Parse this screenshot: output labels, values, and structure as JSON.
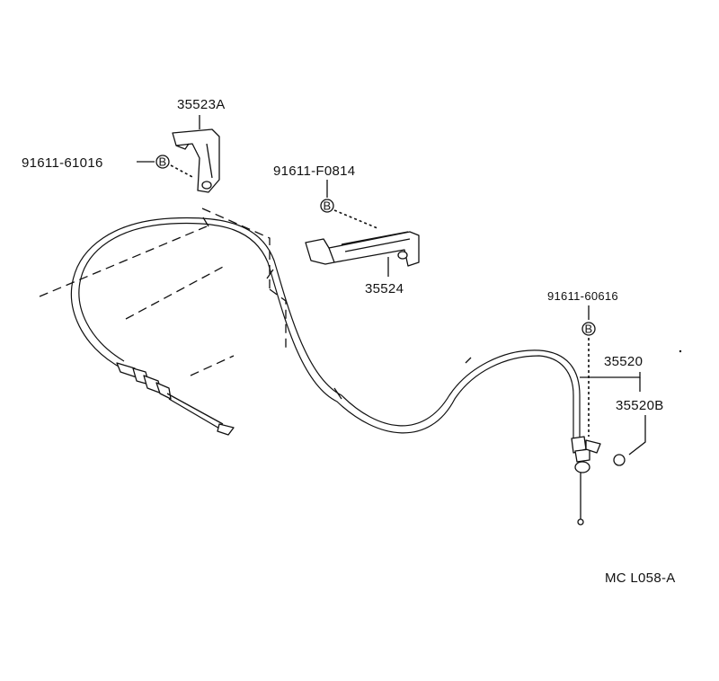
{
  "labels": {
    "part_35523A": "35523A",
    "bolt_91611_61016": "91611-61016",
    "bolt_91611_F0814": "91611-F0814",
    "part_35524": "35524",
    "bolt_91611_60616": "91611-60616",
    "part_35520": "35520",
    "part_35520B": "35520B",
    "bolt_marker": "B",
    "diagram_code": "MC L058-A"
  }
}
